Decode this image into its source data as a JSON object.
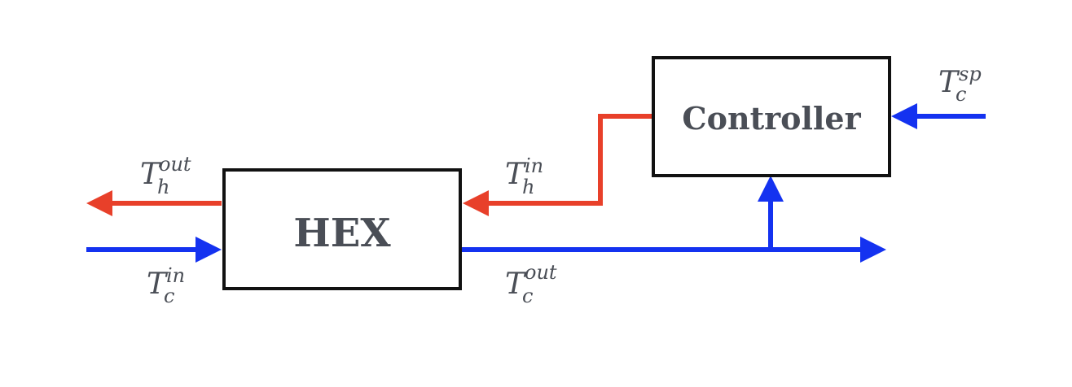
{
  "colors": {
    "hot": "#e8402a",
    "cold": "#1432f0",
    "text": "#4a4e56",
    "border": "#111111"
  },
  "blocks": {
    "hex": "HEX",
    "controller": "Controller"
  },
  "labels": {
    "th_out": {
      "base": "T",
      "sup": "out",
      "sub": "h"
    },
    "th_in": {
      "base": "T",
      "sup": "in",
      "sub": "h"
    },
    "tc_in": {
      "base": "T",
      "sup": "in",
      "sub": "c"
    },
    "tc_out": {
      "base": "T",
      "sup": "out",
      "sub": "c"
    },
    "tc_sp": {
      "base": "T",
      "sup": "sp",
      "sub": "c"
    }
  }
}
